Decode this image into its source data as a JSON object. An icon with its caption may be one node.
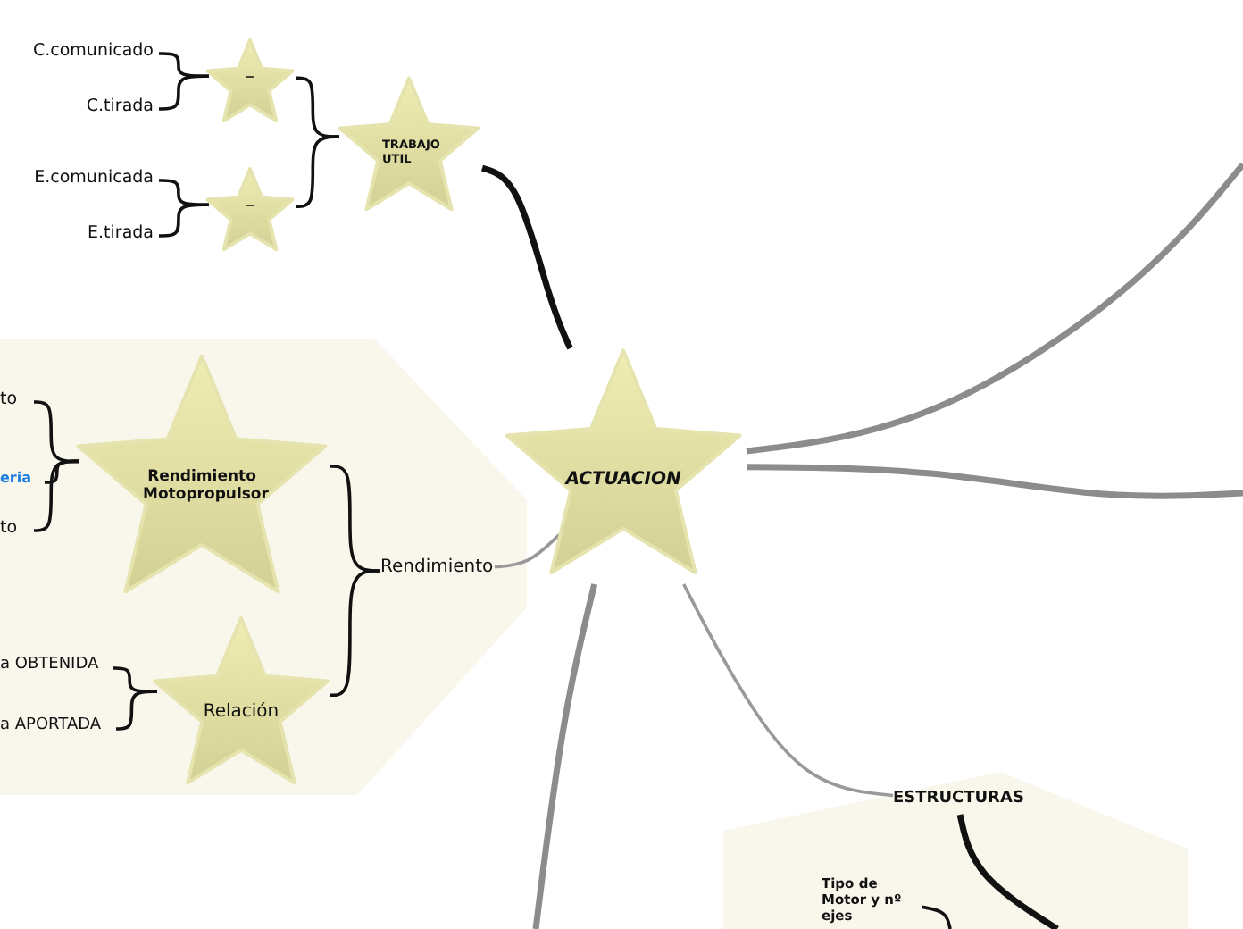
{
  "diagram": {
    "nodes": [
      {
        "text": [
          "ACTUACION"
        ]
      },
      {
        "text": [
          "TRABAJO UTIL"
        ]
      },
      {
        "text": [
          "–"
        ]
      },
      {
        "text": [
          "–"
        ]
      },
      {
        "text": [
          "C.comunicado"
        ]
      },
      {
        "text": [
          "C.tirada"
        ]
      },
      {
        "text": [
          "E.comunicada"
        ]
      },
      {
        "text": [
          "E.tirada"
        ]
      },
      {
        "text": [
          "Rendimiento"
        ]
      },
      {
        "text": [
          "Rendimiento Motopropulsor"
        ]
      },
      {
        "text": [
          "Relación"
        ]
      },
      {
        "text": [
          "to"
        ]
      },
      {
        "text": [
          "eria"
        ]
      },
      {
        "text": [
          "to"
        ]
      },
      {
        "text": [
          "a OBTENIDA"
        ]
      },
      {
        "text": [
          "a APORTADA"
        ]
      },
      {
        "text": [
          "ESTRUCTURAS"
        ]
      },
      {
        "text": [
          "Tipo de Motor y nº ejes"
        ]
      }
    ],
    "edges": [
      {
        "from": 4,
        "to": 2,
        "arrow": "none"
      },
      {
        "from": 5,
        "to": 2,
        "arrow": "none"
      },
      {
        "from": 6,
        "to": 3,
        "arrow": "none"
      },
      {
        "from": 7,
        "to": 3,
        "arrow": "none"
      },
      {
        "from": 2,
        "to": 1,
        "arrow": "none"
      },
      {
        "from": 3,
        "to": 1,
        "arrow": "none"
      },
      {
        "from": 1,
        "to": 0,
        "arrow": "none",
        "style": "thick"
      },
      {
        "from": 11,
        "to": 9,
        "arrow": "none"
      },
      {
        "from": 12,
        "to": 9,
        "arrow": "none"
      },
      {
        "from": 13,
        "to": 9,
        "arrow": "none"
      },
      {
        "from": 14,
        "to": 10,
        "arrow": "none"
      },
      {
        "from": 15,
        "to": 10,
        "arrow": "none"
      },
      {
        "from": 9,
        "to": 8,
        "arrow": "none"
      },
      {
        "from": 10,
        "to": 8,
        "arrow": "none"
      },
      {
        "from": 8,
        "to": 0,
        "arrow": "none",
        "color": "#999999"
      },
      {
        "from": 0,
        "to": 16,
        "arrow": "none",
        "color": "#999999"
      },
      {
        "from": 0,
        "to": null,
        "arrow": "none",
        "style": "thick",
        "color": "#8c8c8c"
      },
      {
        "from": 0,
        "to": null,
        "arrow": "none",
        "style": "thick",
        "color": "#8c8c8c"
      },
      {
        "from": 0,
        "to": null,
        "arrow": "none",
        "style": "thick",
        "color": "#8c8c8c"
      },
      {
        "from": 16,
        "to": null,
        "arrow": "none",
        "style": "thick"
      },
      {
        "from": 17,
        "to": null,
        "arrow": "none"
      }
    ]
  }
}
